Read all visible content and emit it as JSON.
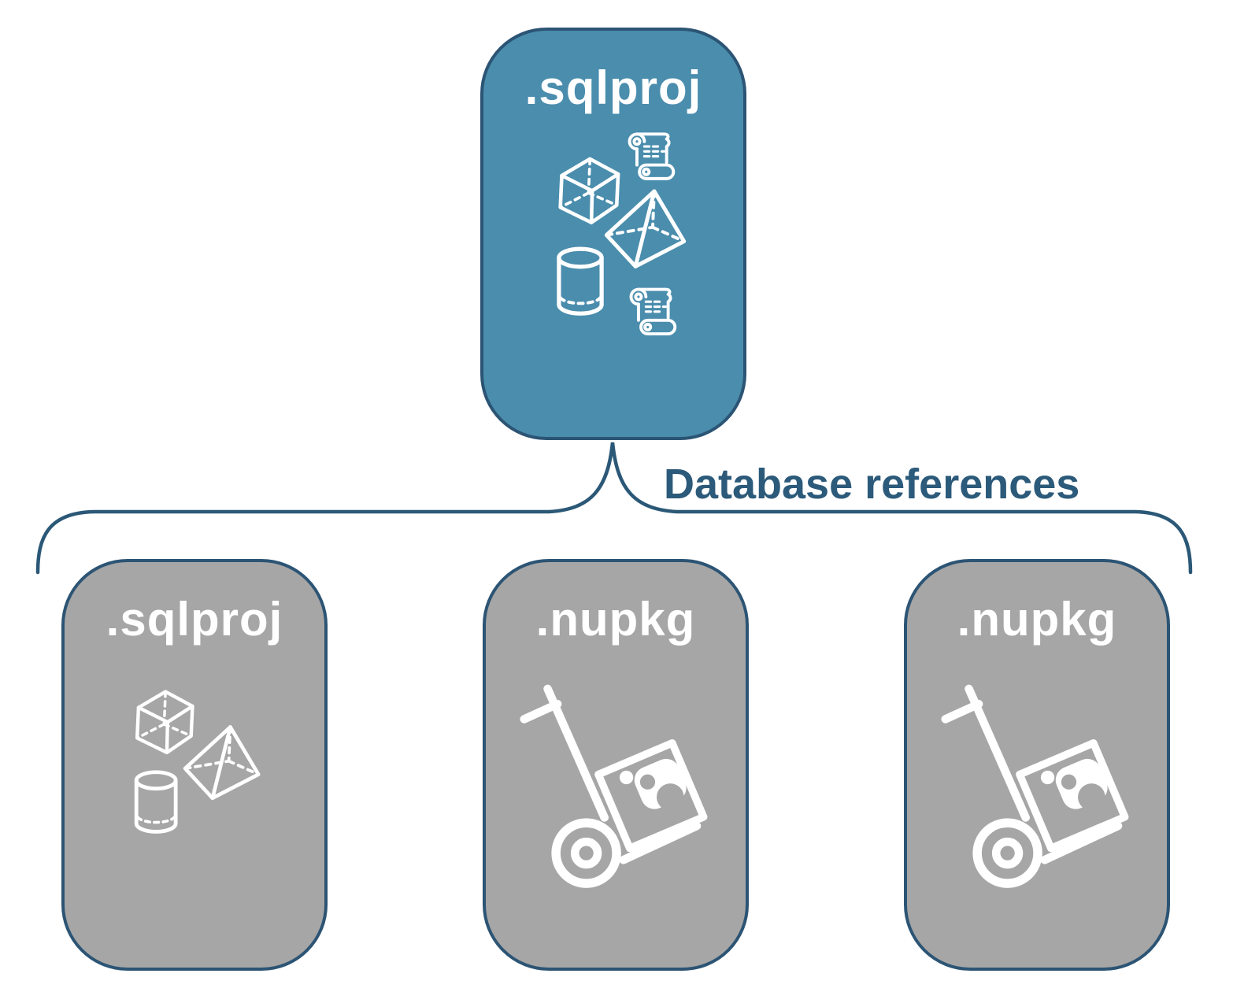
{
  "diagram": {
    "root_node": {
      "label": ".sqlproj"
    },
    "connector": {
      "label": "Database references"
    },
    "child_nodes": [
      {
        "label": ".sqlproj"
      },
      {
        "label": ".nupkg"
      },
      {
        "label": ".nupkg"
      }
    ],
    "icons": {
      "root": [
        "cube-icon",
        "script-scroll-icon",
        "pyramid-icon",
        "cylinder-icon",
        "script-scroll-icon"
      ],
      "child_sqlproj": [
        "cube-icon",
        "pyramid-icon",
        "cylinder-icon"
      ],
      "child_nupkg": [
        "nuget-handtruck-icon"
      ]
    },
    "colors": {
      "root_fill": "#4A8DAD",
      "child_fill": "#A6A6A6",
      "outline": "#2C5474",
      "connector_stroke": "#2B5877",
      "connector_text": "#2C5A7A",
      "label_text": "#FFFFFF"
    }
  }
}
